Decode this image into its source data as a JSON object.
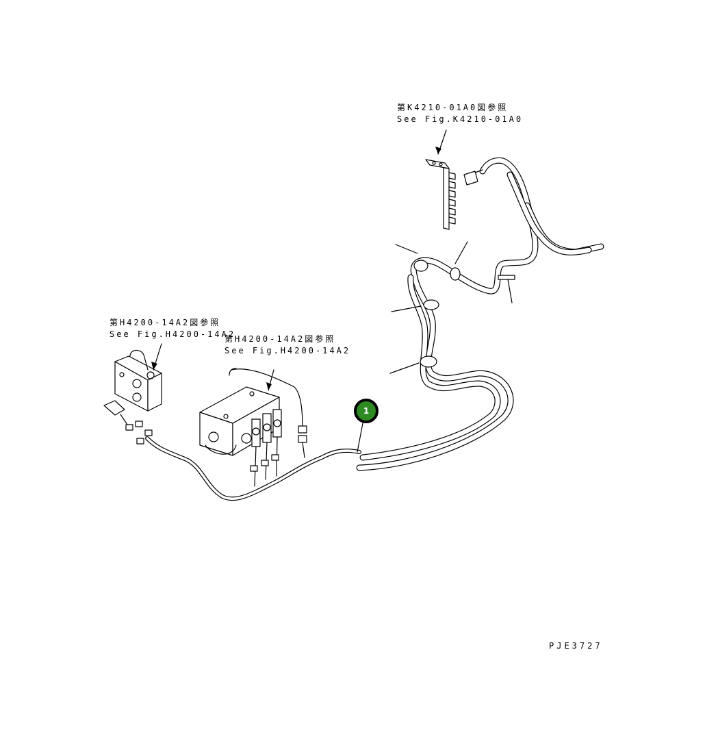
{
  "references": {
    "k4210": {
      "jp": "第K4210-01A0図参照",
      "en": "See Fig.K4210-01A0"
    },
    "h4200_left": {
      "jp": "第H4200-14A2図参照",
      "en": "See Fig.H4200-14A2"
    },
    "h4200_mid": {
      "jp": "第H4200-14A2図参照",
      "en": "See Fig.H4200-14A2"
    }
  },
  "callouts": [
    {
      "number": "1",
      "color": "#2e8b22"
    }
  ],
  "drawing_code": "PJE3727"
}
